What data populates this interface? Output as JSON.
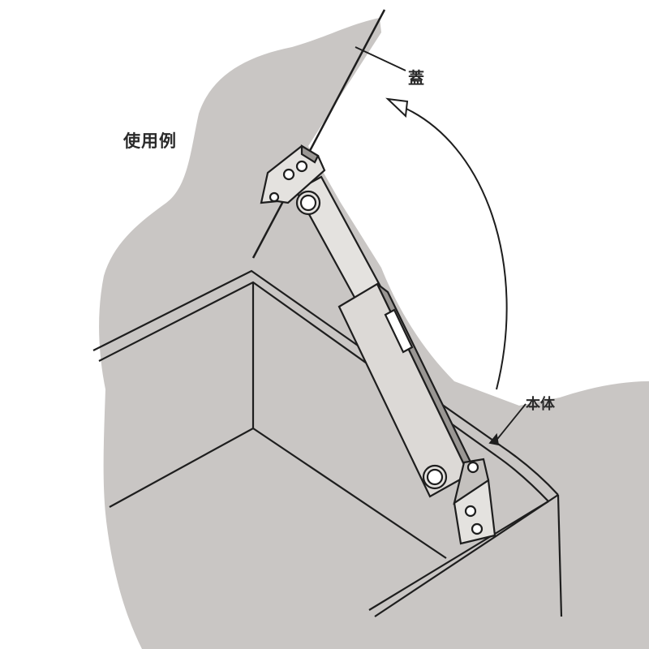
{
  "labels": {
    "title": "使用例",
    "lid": "蓋",
    "body": "本体"
  },
  "colors": {
    "background_shade": "#c9c6c4",
    "line": "#1e1e1e",
    "part_fill": "#e4e2df",
    "part_shade": "#9a9794"
  }
}
